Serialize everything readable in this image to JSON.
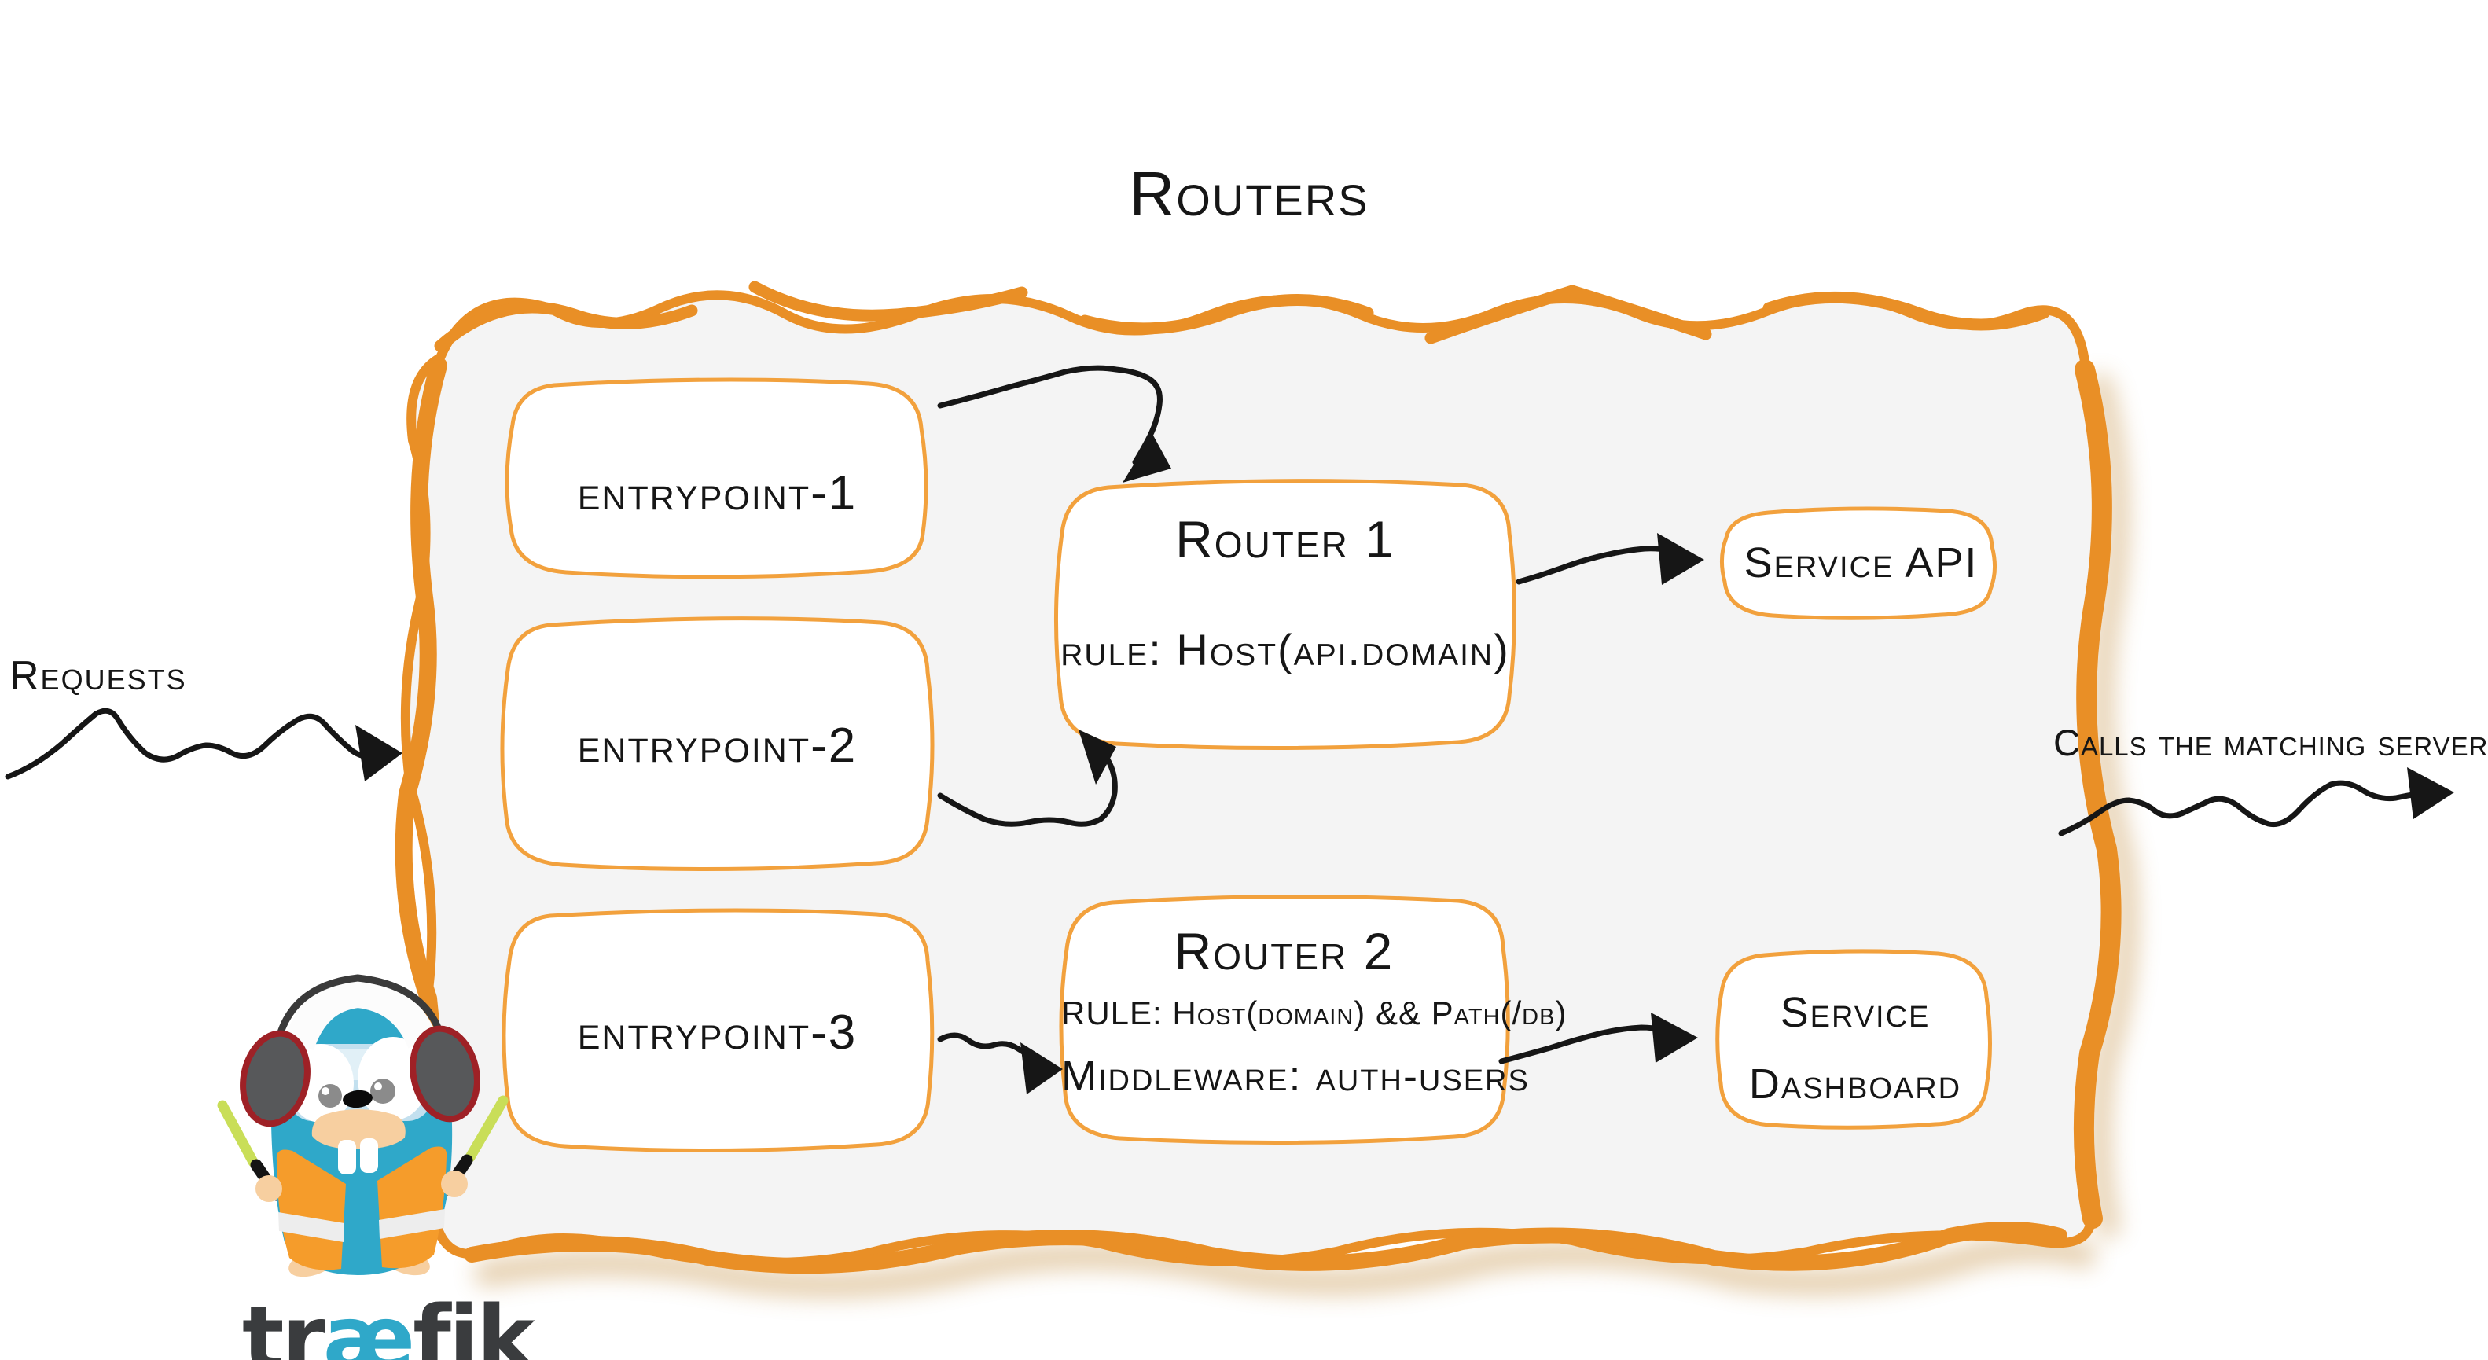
{
  "colors": {
    "orange": "#E98F26",
    "orange-light": "#F2A13D",
    "canvas-fill": "#F4F4F4",
    "ink": "#161616",
    "teal": "#2FA8C9",
    "wordmark-gray": "#3A3C3E",
    "vest-orange": "#F59C2B",
    "stripe": "#EDEDED",
    "wand-green": "#C9DE58",
    "skin": "#F7CFA0",
    "goggle": "#CBE3F1",
    "pupil": "#8B8B8B",
    "headphone-gray": "#57585A",
    "headphone-red": "#9E2126",
    "shadow-tan": "#C99A55"
  },
  "diagram": {
    "title": "Routers",
    "incoming_label": "Requests",
    "outgoing_label": "Calls the matching server",
    "entrypoints": [
      {
        "label": "entrypoint-1"
      },
      {
        "label": "entrypoint-2"
      },
      {
        "label": "entrypoint-3"
      }
    ],
    "routers": [
      {
        "title": "Router 1",
        "rule": "rule: Host(api.domain)"
      },
      {
        "title": "Router 2",
        "rule": "RULE: Host(domain) && Path(/db)",
        "middleware": "Middleware: auth-users"
      }
    ],
    "services": [
      {
        "label": "Service API"
      },
      {
        "label_line1": "Service",
        "label_line2": "Dashboard"
      }
    ]
  },
  "logo": {
    "wordmark": {
      "prefix": "tr",
      "ligature": "æ",
      "suffix": "fik"
    }
  }
}
